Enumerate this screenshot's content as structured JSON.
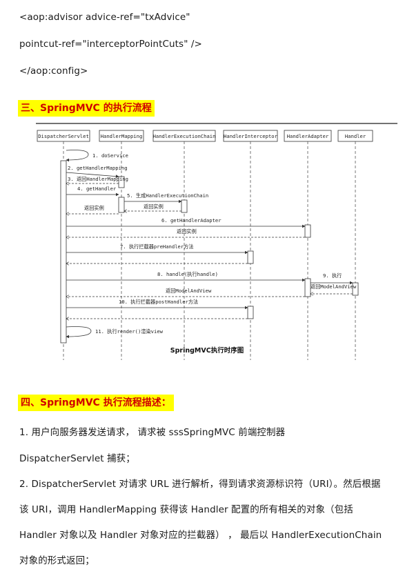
{
  "code": {
    "line1": "<aop:advisor  advice-ref=\"txAdvice\"",
    "line2": "pointcut-ref=\"interceptorPointCuts\"  />",
    "line3": "</aop:config>"
  },
  "section3": {
    "heading": "三、SpringMVC  的执行流程"
  },
  "diagram": {
    "participants": [
      "DispatcherServlet",
      "HandlerMapping",
      "HandlerExecutionChain",
      "HandlerInterceptor",
      "HandlerAdapter",
      "Handler"
    ],
    "messages": [
      "1. doService",
      "2. getHandlerMapping",
      "3. 返回HandlerMapping",
      "4.  getHandler",
      "5. 生成HandlerExecutionChain",
      "返回实例",
      "返回实例",
      "6. getHandlerAdapter",
      "返回实例",
      "7. 执行拦截器preHandler方法",
      "8. handle(执行handle)",
      "9. 执行",
      "返回ModelAndView",
      "返回ModelAndView",
      "10. 执行拦截器postHandler方法",
      "11. 执行render()渲染view"
    ],
    "caption": "SpringMVC执行时序图"
  },
  "section4": {
    "heading": "四、SpringMVC  执行流程描述："
  },
  "body": {
    "p1_line1": "1.  用户向服务器发送请求，   请求被  sssSpringMVC   前端控制器",
    "p1_line2": "DispatcherServlet    捕获；",
    "p2_line1": "2. DispatcherServlet  对请求  URL  进行解析，得到请求资源标识符（URI）。然后根据",
    "p2_line2": "该  URI，调用  HandlerMapping 获得该  Handler  配置的所有相关的对象（包括",
    "p2_line3": "Handler  对象以及  Handler  对象对应的拦截器）  ，  最后以 HandlerExecutionChain",
    "p2_line4": "对象的形式返回；"
  }
}
